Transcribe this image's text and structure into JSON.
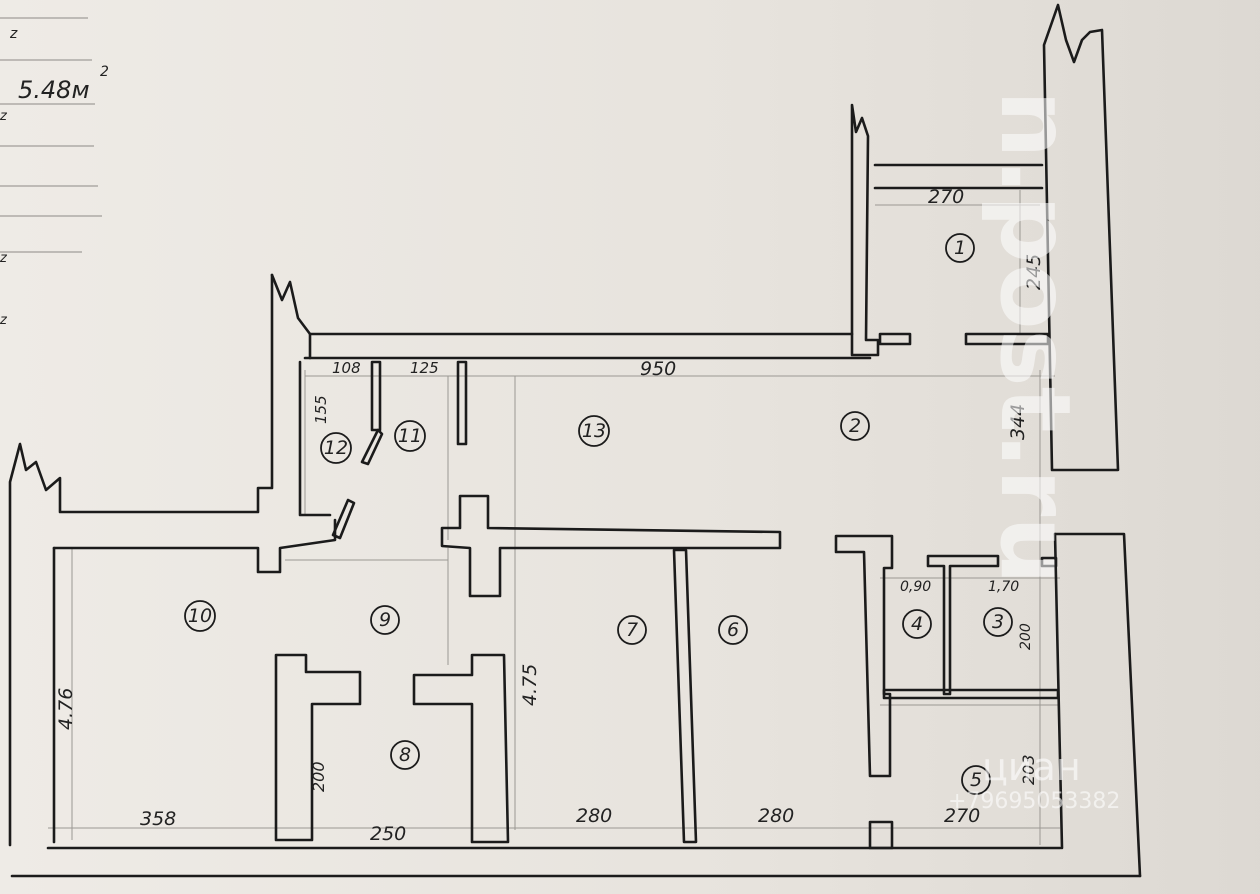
{
  "notes": {
    "area_value": "5.48м",
    "area_sup": "2",
    "marks": [
      "z",
      "z",
      "z",
      "z"
    ]
  },
  "rooms": [
    "1",
    "2",
    "3",
    "4",
    "5",
    "6",
    "7",
    "8",
    "9",
    "10",
    "11",
    "12",
    "13"
  ],
  "dimensions": {
    "d_270_top": "270",
    "d_245": "245",
    "d_108": "108",
    "d_125": "125",
    "d_950": "950",
    "d_155": "155",
    "d_344": "344",
    "d_090": "0,90",
    "d_170": "1,70",
    "d_200": "200",
    "d_476": "4.76",
    "d_475": "4.75",
    "d_200_left": "200",
    "d_203": "203",
    "d_358": "358",
    "d_250": "250",
    "d_280_a": "280",
    "d_280_b": "280",
    "d_270_bottom": "270"
  },
  "watermark": {
    "site": "n.post.ru",
    "brand": "циан",
    "phone": "+79695053382"
  },
  "colors": {
    "paper": "#ebe7e1",
    "ink": "#1b1b1b",
    "watermark": "#ffffff"
  }
}
